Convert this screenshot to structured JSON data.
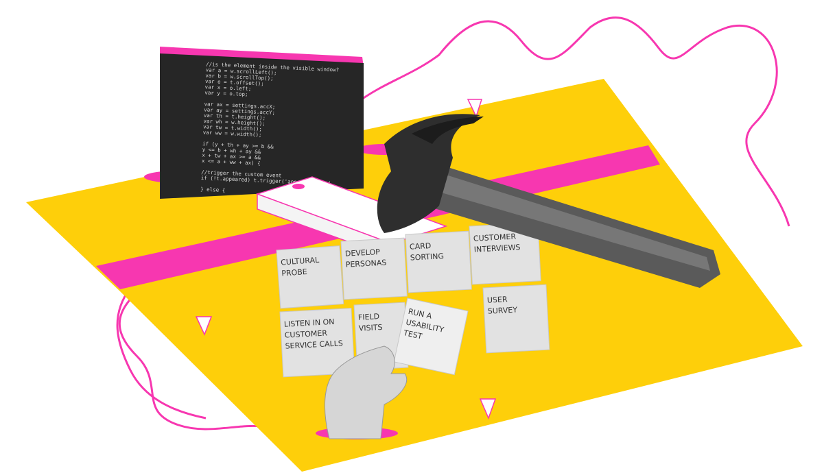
{
  "colors": {
    "yellow": "#fecf0a",
    "pink": "#f737b0",
    "code_bg": "#262626",
    "note": "#e4e4e4"
  },
  "code_lines": [
    "//is the element inside the visible window?",
    "var a = w.scrollLeft();",
    "var b = w.scrollTop();",
    "var o = t.offset();",
    "var x = o.left;",
    "var y = o.top;",
    "",
    "var ax = settings.accX;",
    "var ay = settings.accY;",
    "var th = t.height();",
    "var wh = w.height();",
    "var tw = t.width();",
    "var ww = w.width();",
    "",
    "if (y + th + ay >= b &&",
    "    y <= b + wh + ay &&",
    "    x + tw + ax >= a &&",
    "    x <= a + ww + ax) {",
    "",
    "      //trigger the custom event",
    "      if (!t.appeared) t.trigger('appear', setti",
    "",
    "    } else {"
  ],
  "sticky_notes": [
    {
      "lines": [
        "CULTURAL",
        "PROBE"
      ]
    },
    {
      "lines": [
        "DEVELOP",
        "PERSONAS"
      ]
    },
    {
      "lines": [
        "CARD",
        "SORTING"
      ]
    },
    {
      "lines": [
        "CUSTOMER",
        "INTERVIEWS"
      ]
    },
    {
      "lines": [
        "LISTEN IN ON",
        "CUSTOMER",
        "SERVICE CALLS"
      ]
    },
    {
      "lines": [
        "FIELD",
        "VISITS"
      ]
    },
    {
      "lines": [
        "USER",
        "SURVEY"
      ]
    },
    {
      "lines": [
        "RUN A",
        "USABILITY",
        "TEST"
      ]
    }
  ]
}
